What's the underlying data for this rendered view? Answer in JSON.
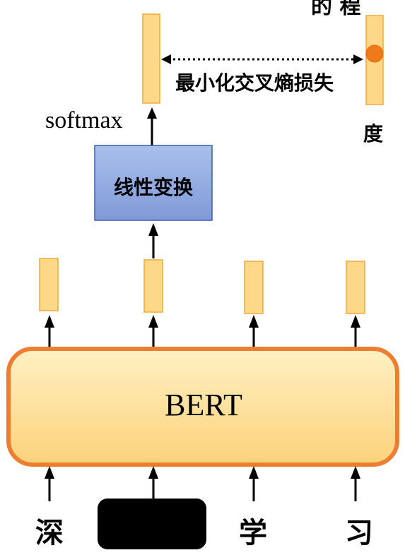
{
  "labels": {
    "top_right_partial": "的 程",
    "loss": "最小化交叉熵损失",
    "softmax": "softmax",
    "top_right_char": "度",
    "linear": "线性变换",
    "bert": "BERT"
  },
  "tokens": [
    "深",
    "",
    "学",
    "习"
  ],
  "colors": {
    "vector_fill": "#fcd888",
    "vector_border": "#f2a93b",
    "linear_fill_top": "#a9bde8",
    "linear_fill_bottom": "#7f9ad8",
    "linear_border": "#3b5ea8",
    "bert_fill_top": "#fff0c4",
    "bert_fill_bottom": "#fcd27a",
    "bert_border": "#ed7d31",
    "mask": "#000000",
    "dot": "#ef7a1a"
  }
}
